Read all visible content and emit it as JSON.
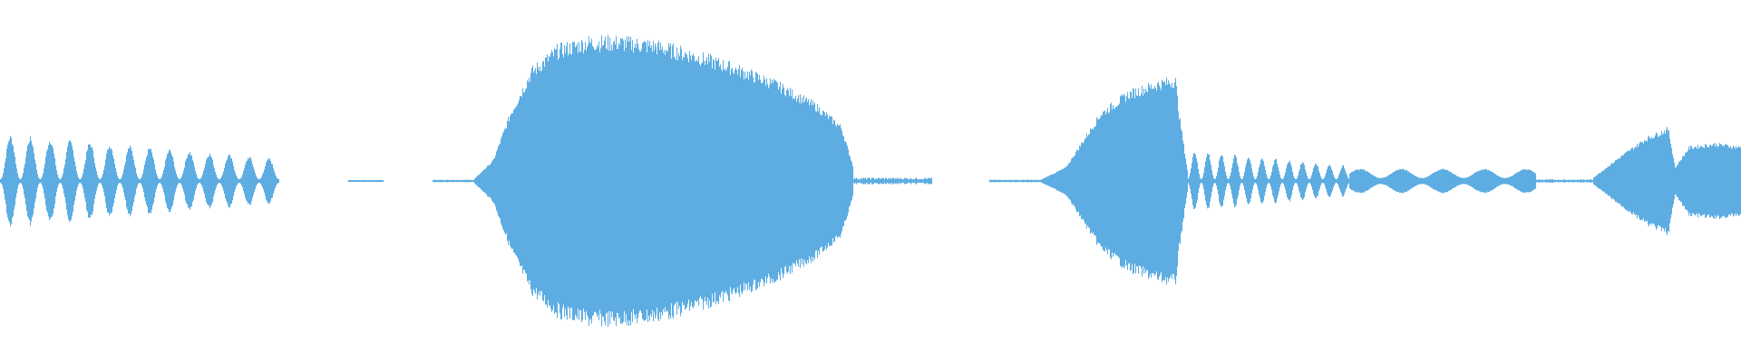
{
  "waveform": {
    "color": "#5dade2",
    "background": "#ffffff",
    "segments": [
      {
        "shape": "bursts",
        "start": 0.0,
        "end": 0.16,
        "peak": 0.26,
        "freq": 14
      },
      {
        "shape": "noise",
        "start": 0.11,
        "end": 0.16,
        "peak": 0.012
      },
      {
        "shape": "noise",
        "start": 0.2,
        "end": 0.22,
        "peak": 0.006
      },
      {
        "shape": "noise",
        "start": 0.248,
        "end": 0.272,
        "peak": 0.008
      },
      {
        "shape": "envelope",
        "points": [
          [
            0.272,
            0.01
          ],
          [
            0.283,
            0.12
          ],
          [
            0.293,
            0.4
          ],
          [
            0.305,
            0.65
          ],
          [
            0.32,
            0.78
          ],
          [
            0.338,
            0.83
          ],
          [
            0.355,
            0.83
          ],
          [
            0.375,
            0.81
          ],
          [
            0.395,
            0.76
          ],
          [
            0.42,
            0.68
          ],
          [
            0.445,
            0.58
          ],
          [
            0.468,
            0.45
          ],
          [
            0.483,
            0.32
          ],
          [
            0.49,
            0.08
          ]
        ]
      },
      {
        "shape": "noise",
        "start": 0.49,
        "end": 0.535,
        "peak": 0.02
      },
      {
        "shape": "noise",
        "start": 0.568,
        "end": 0.598,
        "peak": 0.008
      },
      {
        "shape": "envelope",
        "points": [
          [
            0.598,
            0.01
          ],
          [
            0.612,
            0.08
          ],
          [
            0.622,
            0.24
          ],
          [
            0.632,
            0.4
          ],
          [
            0.648,
            0.52
          ],
          [
            0.665,
            0.58
          ],
          [
            0.675,
            0.6
          ],
          [
            0.677,
            0.4
          ],
          [
            0.682,
            0.05
          ]
        ]
      },
      {
        "shape": "bursts",
        "start": 0.682,
        "end": 0.775,
        "peak": 0.17,
        "freq": 12
      },
      {
        "shape": "wobble",
        "start": 0.775,
        "end": 0.882,
        "peak": 0.07,
        "freq": 9
      },
      {
        "shape": "noise",
        "start": 0.882,
        "end": 0.915,
        "peak": 0.01
      },
      {
        "shape": "envelope",
        "points": [
          [
            0.915,
            0.02
          ],
          [
            0.93,
            0.14
          ],
          [
            0.945,
            0.25
          ],
          [
            0.958,
            0.31
          ],
          [
            0.962,
            0.08
          ],
          [
            0.97,
            0.2
          ],
          [
            0.985,
            0.22
          ],
          [
            1.0,
            0.2
          ]
        ]
      }
    ]
  }
}
